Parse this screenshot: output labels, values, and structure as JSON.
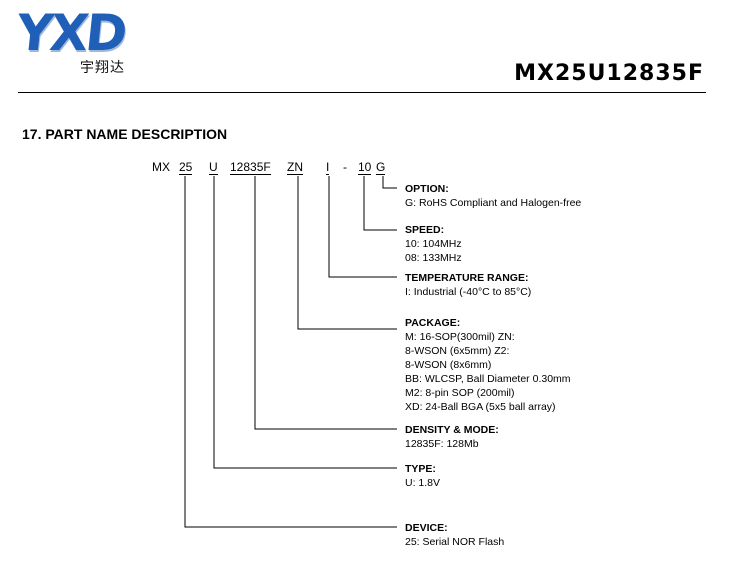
{
  "header": {
    "logo_text": "YXD",
    "logo_cn": "宇翔达",
    "doc_title": "MX25U12835F"
  },
  "section": {
    "title": "17. PART NAME DESCRIPTION"
  },
  "part_number": {
    "prefix": "MX",
    "device": "25",
    "type": "U",
    "density": "12835F",
    "package": "ZN",
    "temperature": "I",
    "dash": "-",
    "speed": "10",
    "option": "G"
  },
  "fields": [
    {
      "heading": "OPTION:",
      "lines": [
        "G: RoHS Compliant and Halogen-free"
      ]
    },
    {
      "heading": "SPEED:",
      "lines": [
        "10: 104MHz",
        "08: 133MHz"
      ]
    },
    {
      "heading": "TEMPERATURE RANGE:",
      "lines": [
        "I: Industrial (-40°C to 85°C)"
      ]
    },
    {
      "heading": "PACKAGE:",
      "lines": [
        "M: 16-SOP(300mil) ZN:",
        "8-WSON (6x5mm) Z2:",
        "8-WSON (8x6mm)",
        "BB: WLCSP, Ball Diameter 0.30mm",
        "M2: 8-pin SOP (200mil)",
        "XD: 24-Ball BGA (5x5 ball array)"
      ]
    },
    {
      "heading": "DENSITY & MODE:",
      "lines": [
        "12835F: 128Mb"
      ]
    },
    {
      "heading": "TYPE:",
      "lines": [
        "U: 1.8V"
      ]
    },
    {
      "heading": "DEVICE:",
      "lines": [
        "25: Serial NOR Flash"
      ]
    }
  ]
}
